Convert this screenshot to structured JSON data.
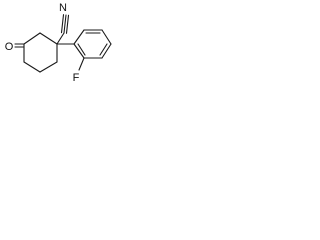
{
  "molecule": {
    "atoms": {
      "nitrile_n": "N",
      "ketone_o": "O",
      "fluorine": "F"
    }
  },
  "colors": {
    "ink": "#1a1a1a",
    "background": "#ffffff"
  }
}
